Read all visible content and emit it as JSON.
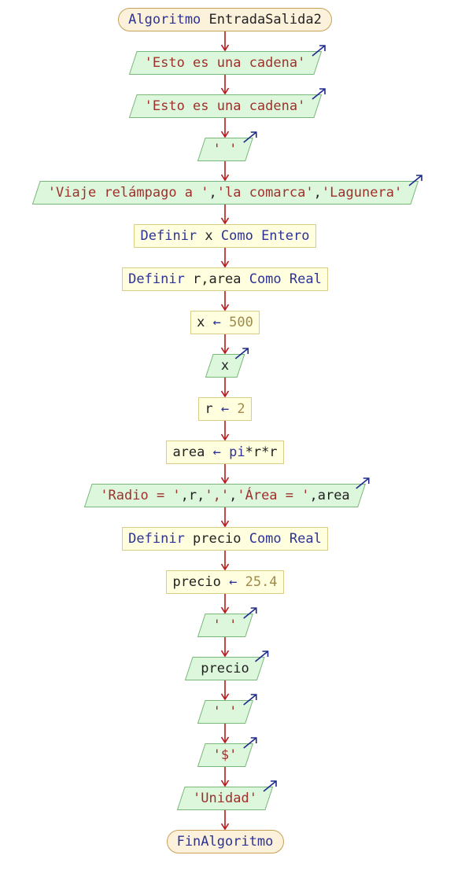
{
  "colors": {
    "connector": "#b61a1a",
    "terminal_fill": "#fcf2dc",
    "terminal_border": "#c8a056",
    "process_fill": "#ffffe0",
    "process_border": "#d8cc86",
    "io_fill": "#ddf7dd",
    "io_border": "#79b779",
    "output_arrow": "#1d2a8a",
    "keyword": "#2c3297",
    "string": "#a0302c",
    "number": "#a08a48",
    "identifier": "#222222"
  },
  "flowchart": {
    "nodes": [
      {
        "type": "terminal",
        "tokens": [
          {
            "t": "Algoritmo ",
            "c": "kw"
          },
          {
            "t": "EntradaSalida2",
            "c": "id"
          }
        ]
      },
      {
        "type": "output",
        "tokens": [
          {
            "t": "'Esto es una cadena'",
            "c": "str"
          }
        ]
      },
      {
        "type": "output",
        "tokens": [
          {
            "t": "'Esto es una cadena'",
            "c": "str"
          }
        ]
      },
      {
        "type": "output",
        "tokens": [
          {
            "t": "' '",
            "c": "str"
          }
        ]
      },
      {
        "type": "output",
        "tokens": [
          {
            "t": "'Viaje relámpago a '",
            "c": "str"
          },
          {
            "t": ",",
            "c": "id"
          },
          {
            "t": "'la comarca'",
            "c": "str"
          },
          {
            "t": ",",
            "c": "id"
          },
          {
            "t": "'Lagunera'",
            "c": "str"
          }
        ]
      },
      {
        "type": "process",
        "tokens": [
          {
            "t": "Definir ",
            "c": "kw"
          },
          {
            "t": "x ",
            "c": "id"
          },
          {
            "t": "Como Entero",
            "c": "kw"
          }
        ]
      },
      {
        "type": "process",
        "tokens": [
          {
            "t": "Definir ",
            "c": "kw"
          },
          {
            "t": "r,area ",
            "c": "id"
          },
          {
            "t": "Como Real",
            "c": "kw"
          }
        ]
      },
      {
        "type": "process",
        "tokens": [
          {
            "t": "x ",
            "c": "id"
          },
          {
            "t": "←",
            "c": "op"
          },
          {
            "t": " 500",
            "c": "num"
          }
        ]
      },
      {
        "type": "output",
        "tokens": [
          {
            "t": "x",
            "c": "id"
          }
        ]
      },
      {
        "type": "process",
        "tokens": [
          {
            "t": "r ",
            "c": "id"
          },
          {
            "t": "←",
            "c": "op"
          },
          {
            "t": " 2",
            "c": "num"
          }
        ]
      },
      {
        "type": "process",
        "tokens": [
          {
            "t": "area ",
            "c": "id"
          },
          {
            "t": "←",
            "c": "op"
          },
          {
            "t": " pi",
            "c": "kw"
          },
          {
            "t": "*r*r",
            "c": "id"
          }
        ]
      },
      {
        "type": "output",
        "tokens": [
          {
            "t": "'Radio = '",
            "c": "str"
          },
          {
            "t": ",r,",
            "c": "id"
          },
          {
            "t": "','",
            "c": "str"
          },
          {
            "t": ",",
            "c": "id"
          },
          {
            "t": "'Área = '",
            "c": "str"
          },
          {
            "t": ",area",
            "c": "id"
          }
        ]
      },
      {
        "type": "process",
        "tokens": [
          {
            "t": "Definir ",
            "c": "kw"
          },
          {
            "t": "precio ",
            "c": "id"
          },
          {
            "t": "Como Real",
            "c": "kw"
          }
        ]
      },
      {
        "type": "process",
        "tokens": [
          {
            "t": "precio ",
            "c": "id"
          },
          {
            "t": "←",
            "c": "op"
          },
          {
            "t": " 25.4",
            "c": "num"
          }
        ]
      },
      {
        "type": "output",
        "tokens": [
          {
            "t": "' '",
            "c": "str"
          }
        ]
      },
      {
        "type": "output",
        "tokens": [
          {
            "t": "precio",
            "c": "id"
          }
        ]
      },
      {
        "type": "output",
        "tokens": [
          {
            "t": "' '",
            "c": "str"
          }
        ]
      },
      {
        "type": "output",
        "tokens": [
          {
            "t": "'$'",
            "c": "str"
          }
        ]
      },
      {
        "type": "output",
        "tokens": [
          {
            "t": "'Unidad'",
            "c": "str"
          }
        ]
      },
      {
        "type": "terminal",
        "tokens": [
          {
            "t": "FinAlgoritmo",
            "c": "kw"
          }
        ]
      }
    ]
  }
}
